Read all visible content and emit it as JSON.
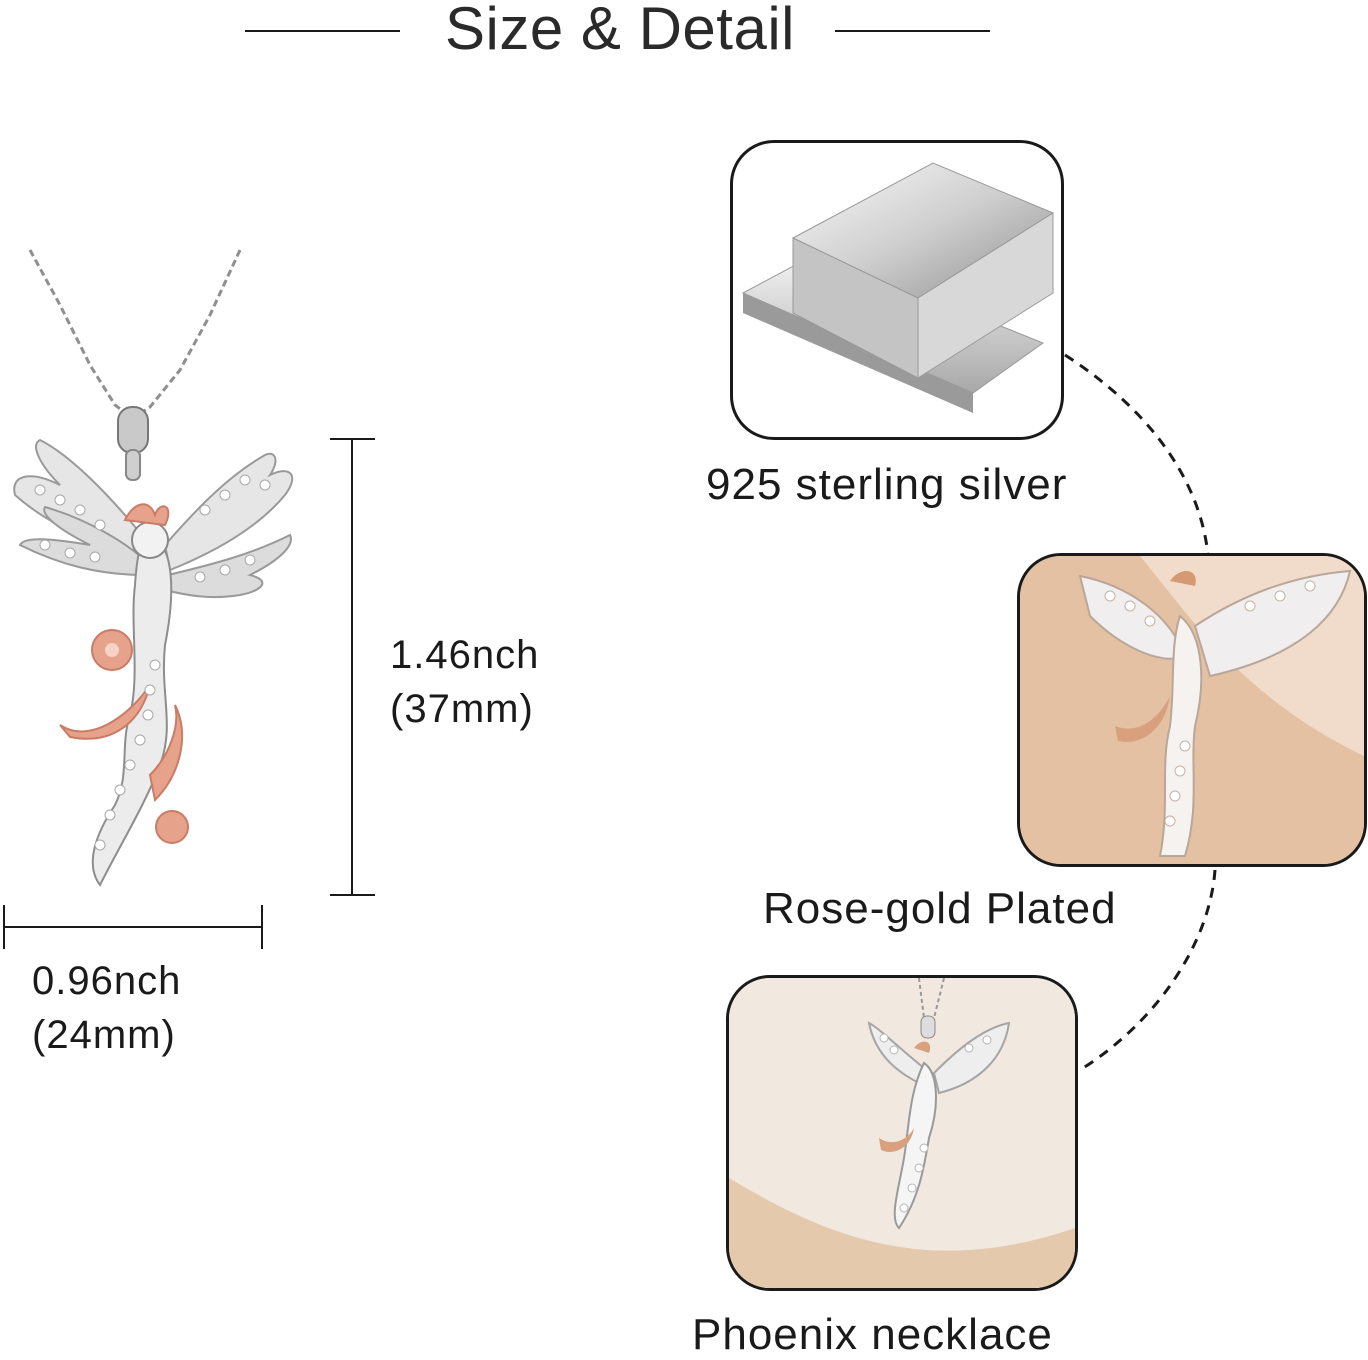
{
  "header": {
    "title": "Size & Detail"
  },
  "dimensions": {
    "height_inch": "1.46nch",
    "height_mm": "(37mm)",
    "width_inch": "0.96nch",
    "width_mm": "(24mm)"
  },
  "features": [
    {
      "caption": "925 sterling silver",
      "icon": "silver-bar-icon"
    },
    {
      "caption": "Rose-gold Plated",
      "icon": "phoenix-closeup-icon"
    },
    {
      "caption": "Phoenix necklace",
      "icon": "phoenix-necklace-icon"
    }
  ],
  "colors": {
    "silver": "#d9d9d9",
    "rose_gold": "#e7a28c",
    "card_bg_warm": "#e8c9ad"
  }
}
